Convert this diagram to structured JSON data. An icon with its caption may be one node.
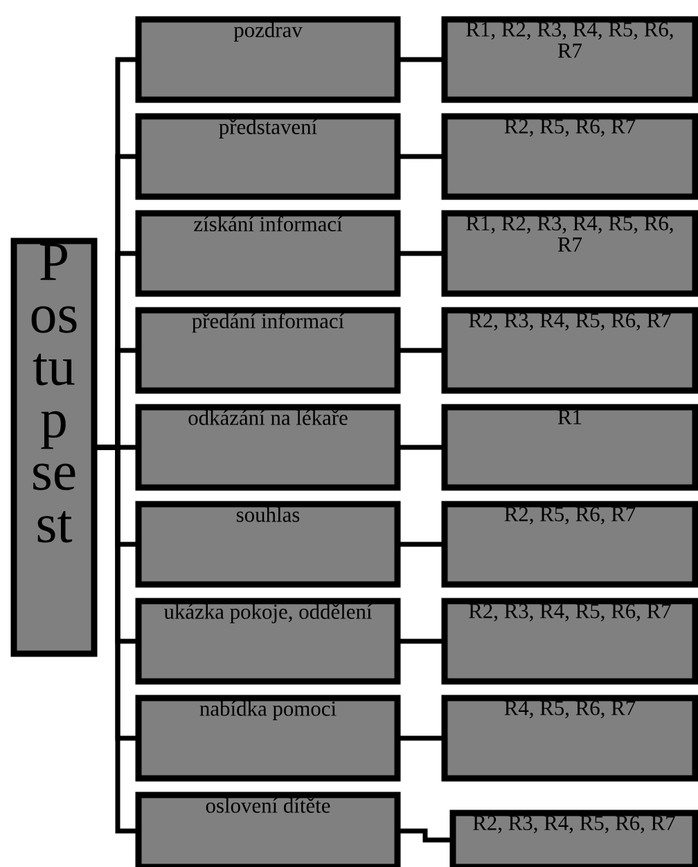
{
  "diagram": {
    "nodes": [
      {
        "text": [
          "P os tu p se st"
        ]
      },
      {
        "text": [
          "pozdrav"
        ]
      },
      {
        "text": [
          "R1, R2, R3, R4, R5, R6, R7"
        ]
      },
      {
        "text": [
          "představení"
        ]
      },
      {
        "text": [
          "R2, R5, R6, R7"
        ]
      },
      {
        "text": [
          "získání informací"
        ]
      },
      {
        "text": [
          "R1, R2, R3, R4, R5, R6, R7"
        ]
      },
      {
        "text": [
          "předání informací"
        ]
      },
      {
        "text": [
          "R2, R3, R4, R5, R6, R7"
        ]
      },
      {
        "text": [
          "odkázání na lékaře"
        ]
      },
      {
        "text": [
          "R1"
        ]
      },
      {
        "text": [
          "souhlas"
        ]
      },
      {
        "text": [
          "R2, R5, R6, R7"
        ]
      },
      {
        "text": [
          "ukázka pokoje, oddělení"
        ]
      },
      {
        "text": [
          "R2, R3, R4, R5,  R6, R7"
        ]
      },
      {
        "text": [
          "nabídka pomoci"
        ]
      },
      {
        "text": [
          "R4, R5, R6, R7"
        ]
      },
      {
        "text": [
          "oslovení dítěte"
        ]
      },
      {
        "text": [
          "R2, R3, R4, R5, R6, R7"
        ]
      }
    ],
    "edges": [
      {
        "from": 0,
        "to": 1,
        "arrow": "none"
      },
      {
        "from": 0,
        "to": 3,
        "arrow": "none"
      },
      {
        "from": 0,
        "to": 5,
        "arrow": "none"
      },
      {
        "from": 0,
        "to": 7,
        "arrow": "none"
      },
      {
        "from": 0,
        "to": 9,
        "arrow": "none"
      },
      {
        "from": 0,
        "to": 11,
        "arrow": "none"
      },
      {
        "from": 0,
        "to": 13,
        "arrow": "none"
      },
      {
        "from": 0,
        "to": 15,
        "arrow": "none"
      },
      {
        "from": 0,
        "to": 17,
        "arrow": "none"
      },
      {
        "from": 1,
        "to": 2,
        "arrow": "none"
      },
      {
        "from": 3,
        "to": 4,
        "arrow": "none"
      },
      {
        "from": 5,
        "to": 6,
        "arrow": "none"
      },
      {
        "from": 7,
        "to": 8,
        "arrow": "none"
      },
      {
        "from": 9,
        "to": 10,
        "arrow": "none"
      },
      {
        "from": 11,
        "to": 12,
        "arrow": "none"
      },
      {
        "from": 13,
        "to": 14,
        "arrow": "none"
      },
      {
        "from": 15,
        "to": 16,
        "arrow": "none"
      },
      {
        "from": 17,
        "to": 18,
        "arrow": "none"
      }
    ]
  }
}
